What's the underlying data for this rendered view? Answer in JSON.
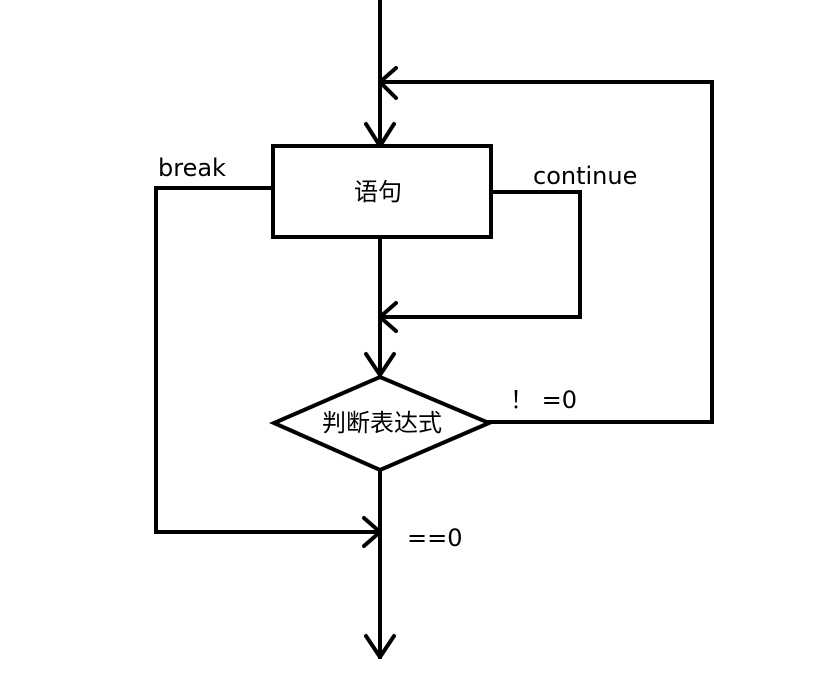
{
  "nodes": {
    "statement": "语句",
    "condition": "判断表达式"
  },
  "edges": {
    "break": "break",
    "continue": "continue",
    "not_zero": "！ =0",
    "equals_zero": "==0"
  }
}
